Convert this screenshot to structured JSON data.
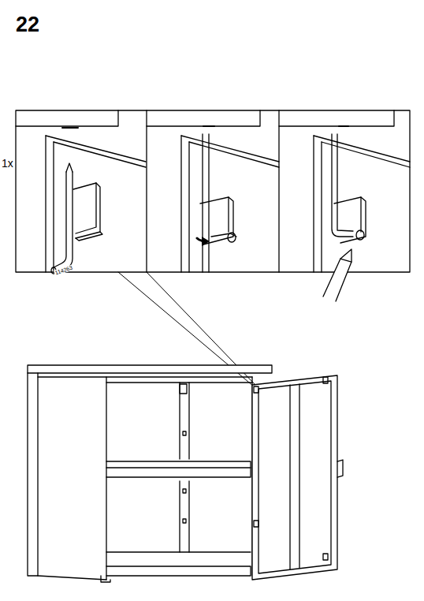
{
  "diagram": {
    "title": "22",
    "labels": [
      "1x",
      "114263"
    ]
  }
}
